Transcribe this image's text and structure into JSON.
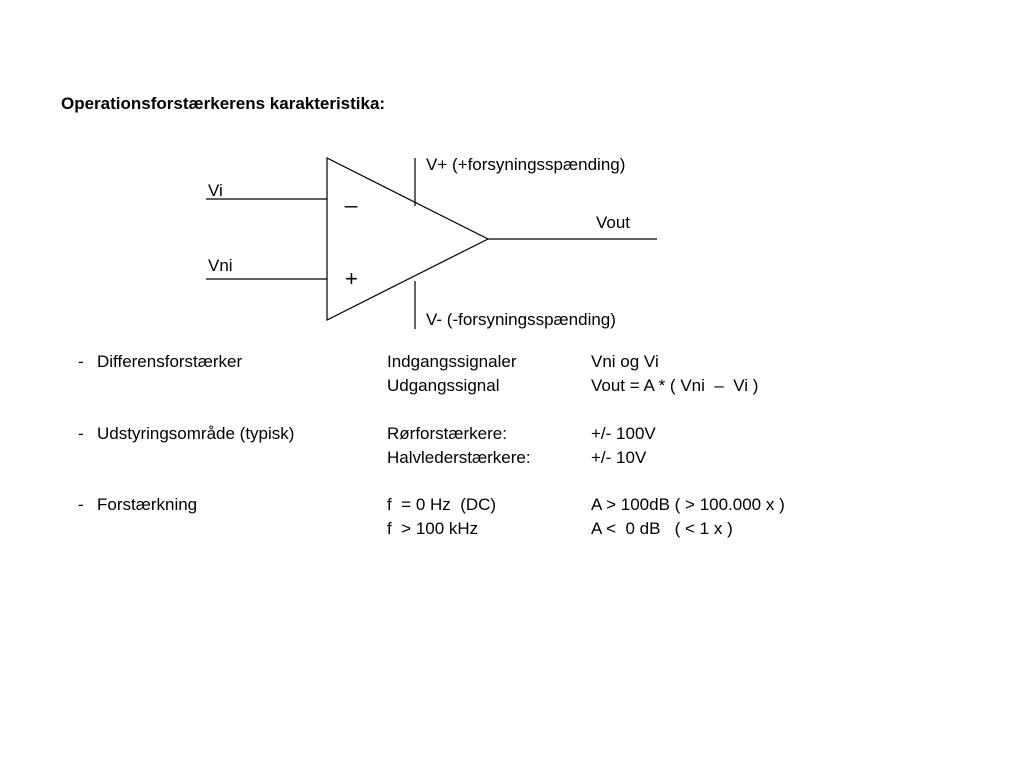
{
  "title": "Operationsforstærkerens karakteristika:",
  "diagram": {
    "input_inverting": "Vi",
    "input_noninverting": "Vni",
    "minus_sign": "_",
    "plus_sign": "+",
    "supply_positive": "V+ (+forsyningsspænding)",
    "supply_negative": "V- (-forsyningsspænding)",
    "output": "Vout"
  },
  "rows": [
    {
      "bullet": "-",
      "label": "Differensforstærker",
      "lines": [
        {
          "col2": "Indgangssignaler",
          "col3": "Vni og Vi"
        },
        {
          "col2": "Udgangssignal",
          "col3": "Vout = A * ( Vni  –  Vi )"
        }
      ]
    },
    {
      "bullet": "-",
      "label": "Udstyringsområde (typisk)",
      "lines": [
        {
          "col2": "Rørforstærkere:",
          "col3": "+/- 100V"
        },
        {
          "col2": "Halvlederstærkere:",
          "col3": "+/- 10V"
        }
      ]
    },
    {
      "bullet": "-",
      "label": "Forstærkning",
      "lines": [
        {
          "col2": "f  = 0 Hz  (DC)",
          "col3": "A > 100dB ( > 100.000 x )"
        },
        {
          "col2": "f  > 100 kHz",
          "col3": "A <  0 dB   ( < 1 x )"
        }
      ]
    }
  ]
}
